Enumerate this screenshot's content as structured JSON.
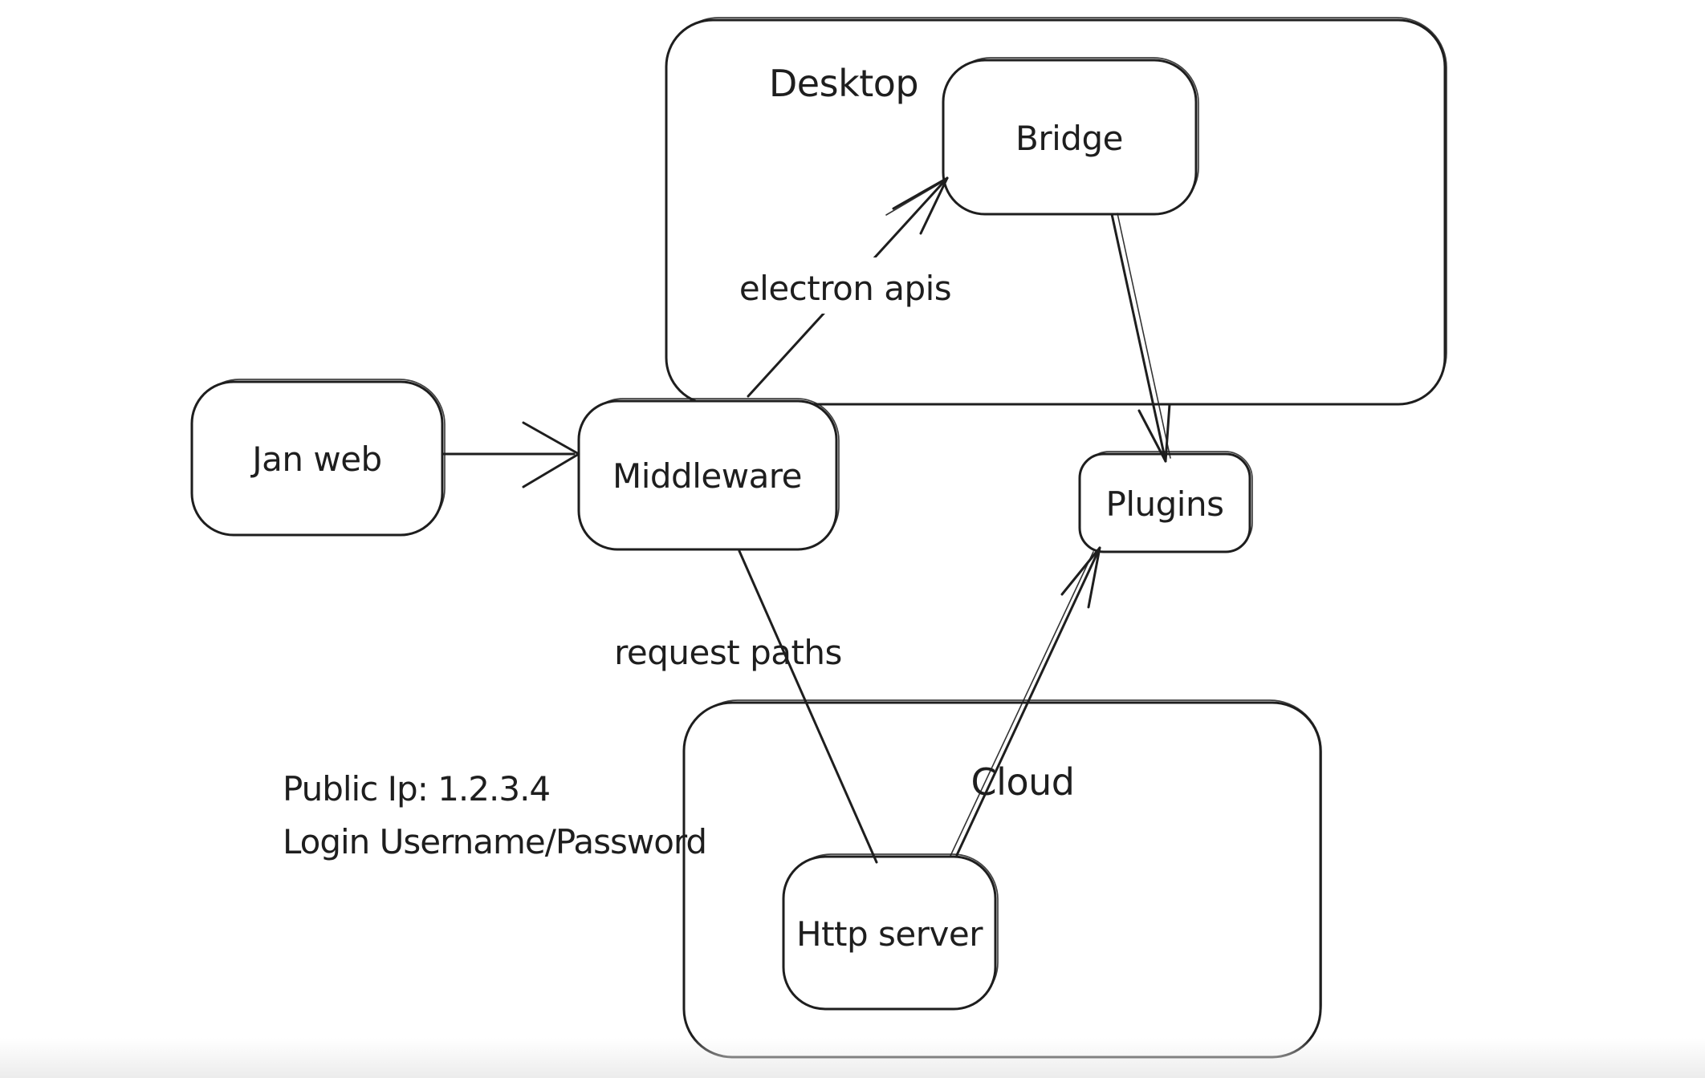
{
  "diagram": {
    "containers": [
      {
        "id": "desktop",
        "label": "Desktop"
      },
      {
        "id": "cloud",
        "label": "Cloud"
      }
    ],
    "nodes": [
      {
        "id": "jan-web",
        "label": "Jan web"
      },
      {
        "id": "middleware",
        "label": "Middleware"
      },
      {
        "id": "bridge",
        "label": "Bridge"
      },
      {
        "id": "plugins",
        "label": "Plugins"
      },
      {
        "id": "http-server",
        "label": "Http server"
      }
    ],
    "edges": [
      {
        "id": "jan-web-to-middleware",
        "from": "Jan web",
        "to": "Middleware",
        "label": ""
      },
      {
        "id": "middleware-to-bridge",
        "from": "Middleware",
        "to": "Bridge",
        "label": "electron apis"
      },
      {
        "id": "bridge-to-plugins",
        "from": "Bridge",
        "to": "Plugins",
        "label": ""
      },
      {
        "id": "middleware-to-http-server",
        "from": "Middleware",
        "to": "Http server",
        "label": "request paths"
      },
      {
        "id": "http-server-to-plugins",
        "from": "Http server",
        "to": "Plugins",
        "label": ""
      }
    ],
    "annotations": [
      {
        "id": "public-ip-note",
        "text": "Public Ip: 1.2.3.4"
      },
      {
        "id": "login-note",
        "text": "Login Username/Password"
      }
    ],
    "colors": {
      "stroke": "#1e1e1e",
      "background": "#ffffff",
      "bottom_fade": "#ececec"
    }
  }
}
